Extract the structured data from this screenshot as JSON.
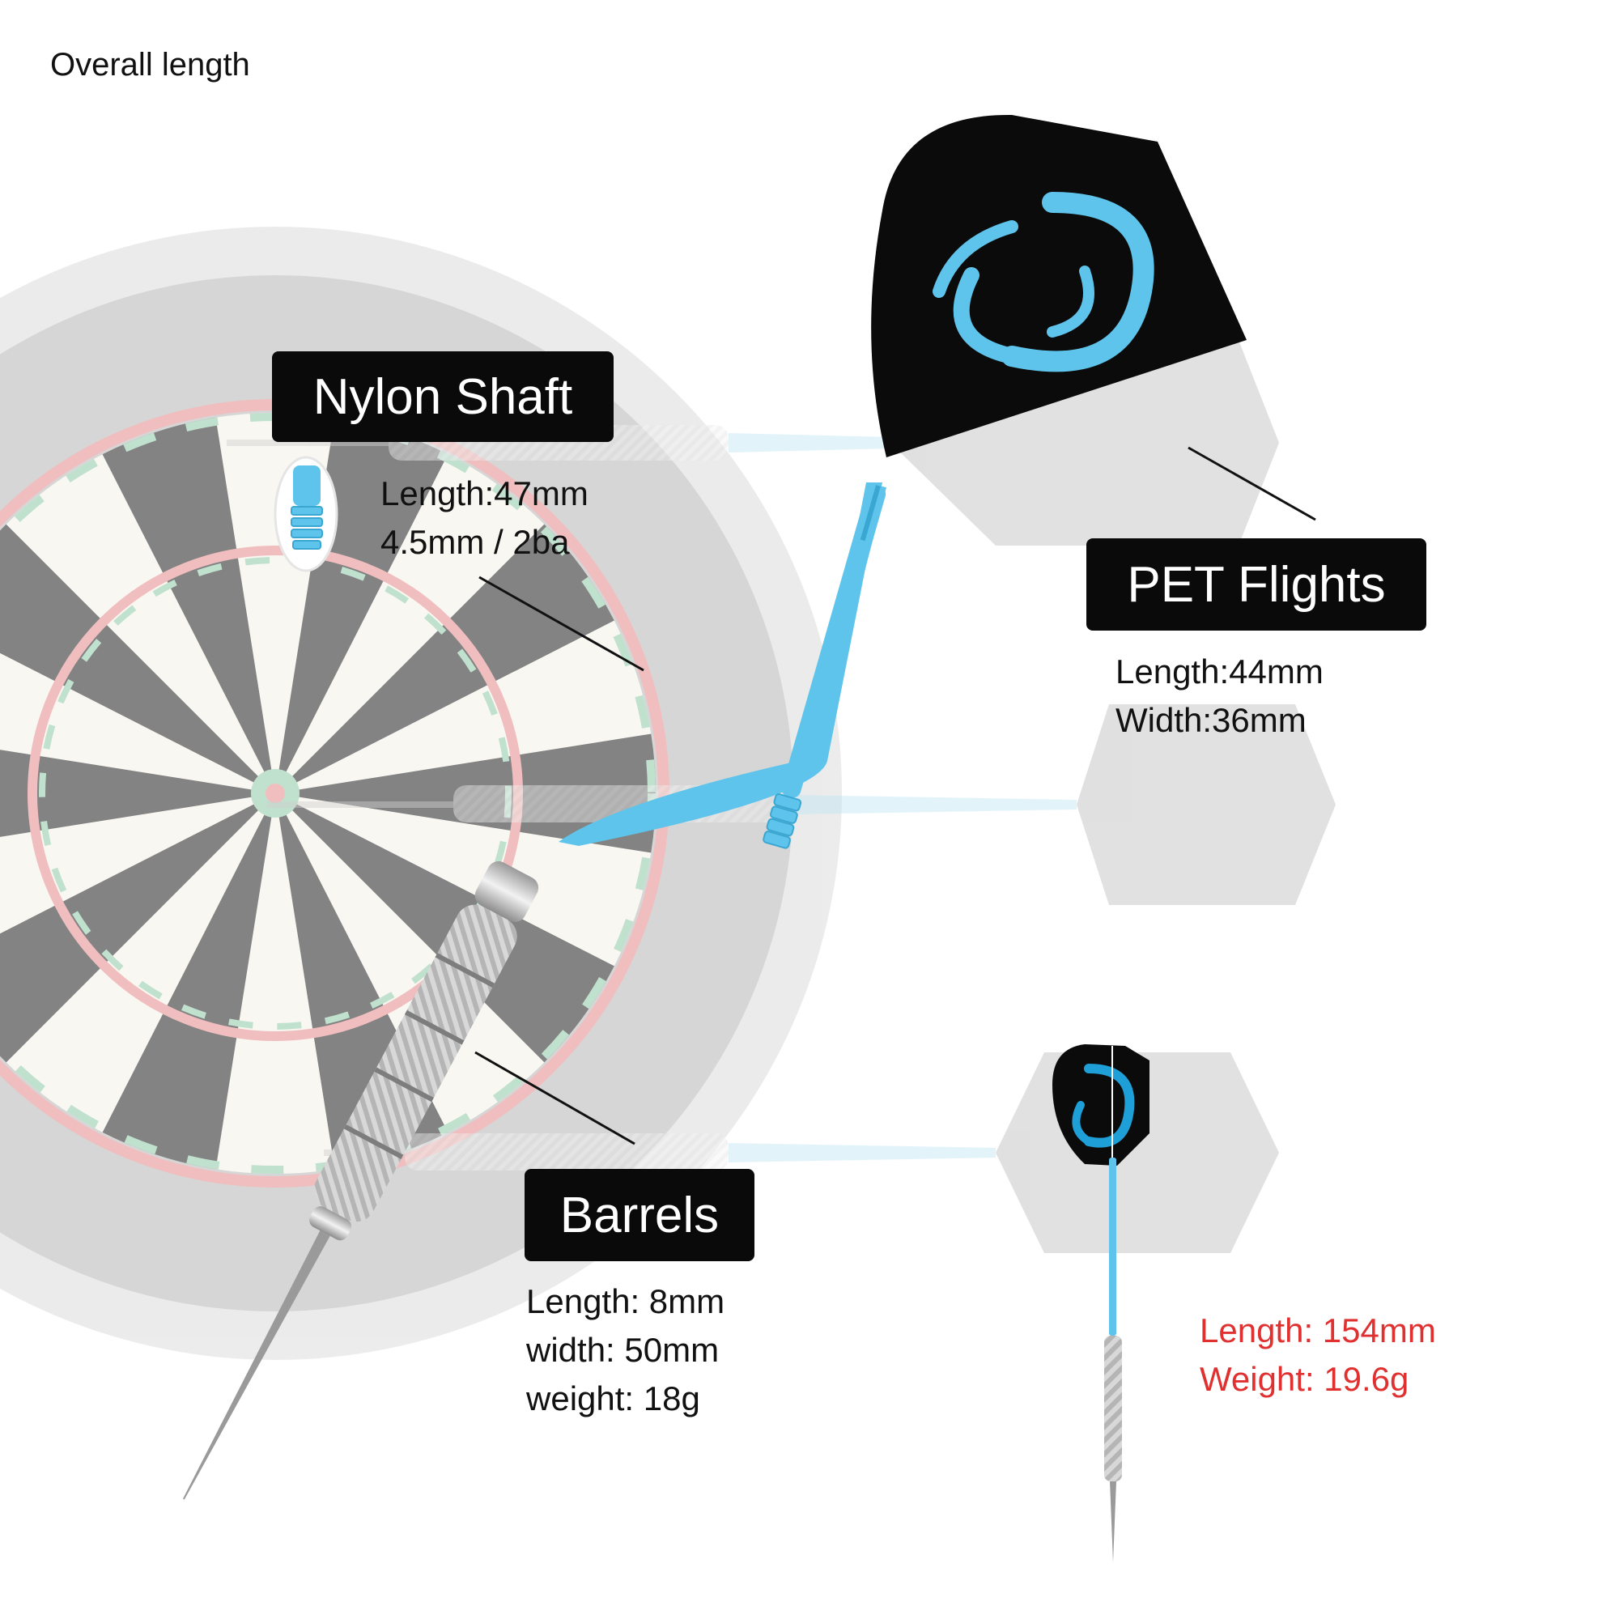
{
  "header": {
    "overall_label": "Overall length"
  },
  "nylon_shaft": {
    "title": "Nylon Shaft",
    "specs": [
      "Length:47mm",
      "4.5mm / 2ba"
    ]
  },
  "pet_flights": {
    "title": "PET Flights",
    "specs": [
      "Length:44mm",
      "Width:36mm"
    ]
  },
  "barrels": {
    "title": "Barrels",
    "specs": [
      "Length: 8mm",
      "width: 50mm",
      "weight: 18g"
    ]
  },
  "dart_total": {
    "specs": [
      "Length: 154mm",
      "Weight: 19.6g"
    ],
    "color": "#e03030"
  },
  "colors": {
    "accent_blue": "#5fc4ec",
    "flight_black": "#0b0b0b",
    "badge_bg": "#0a0a0a",
    "board_red": "#e58a8a",
    "board_green": "#8fcaa8"
  }
}
